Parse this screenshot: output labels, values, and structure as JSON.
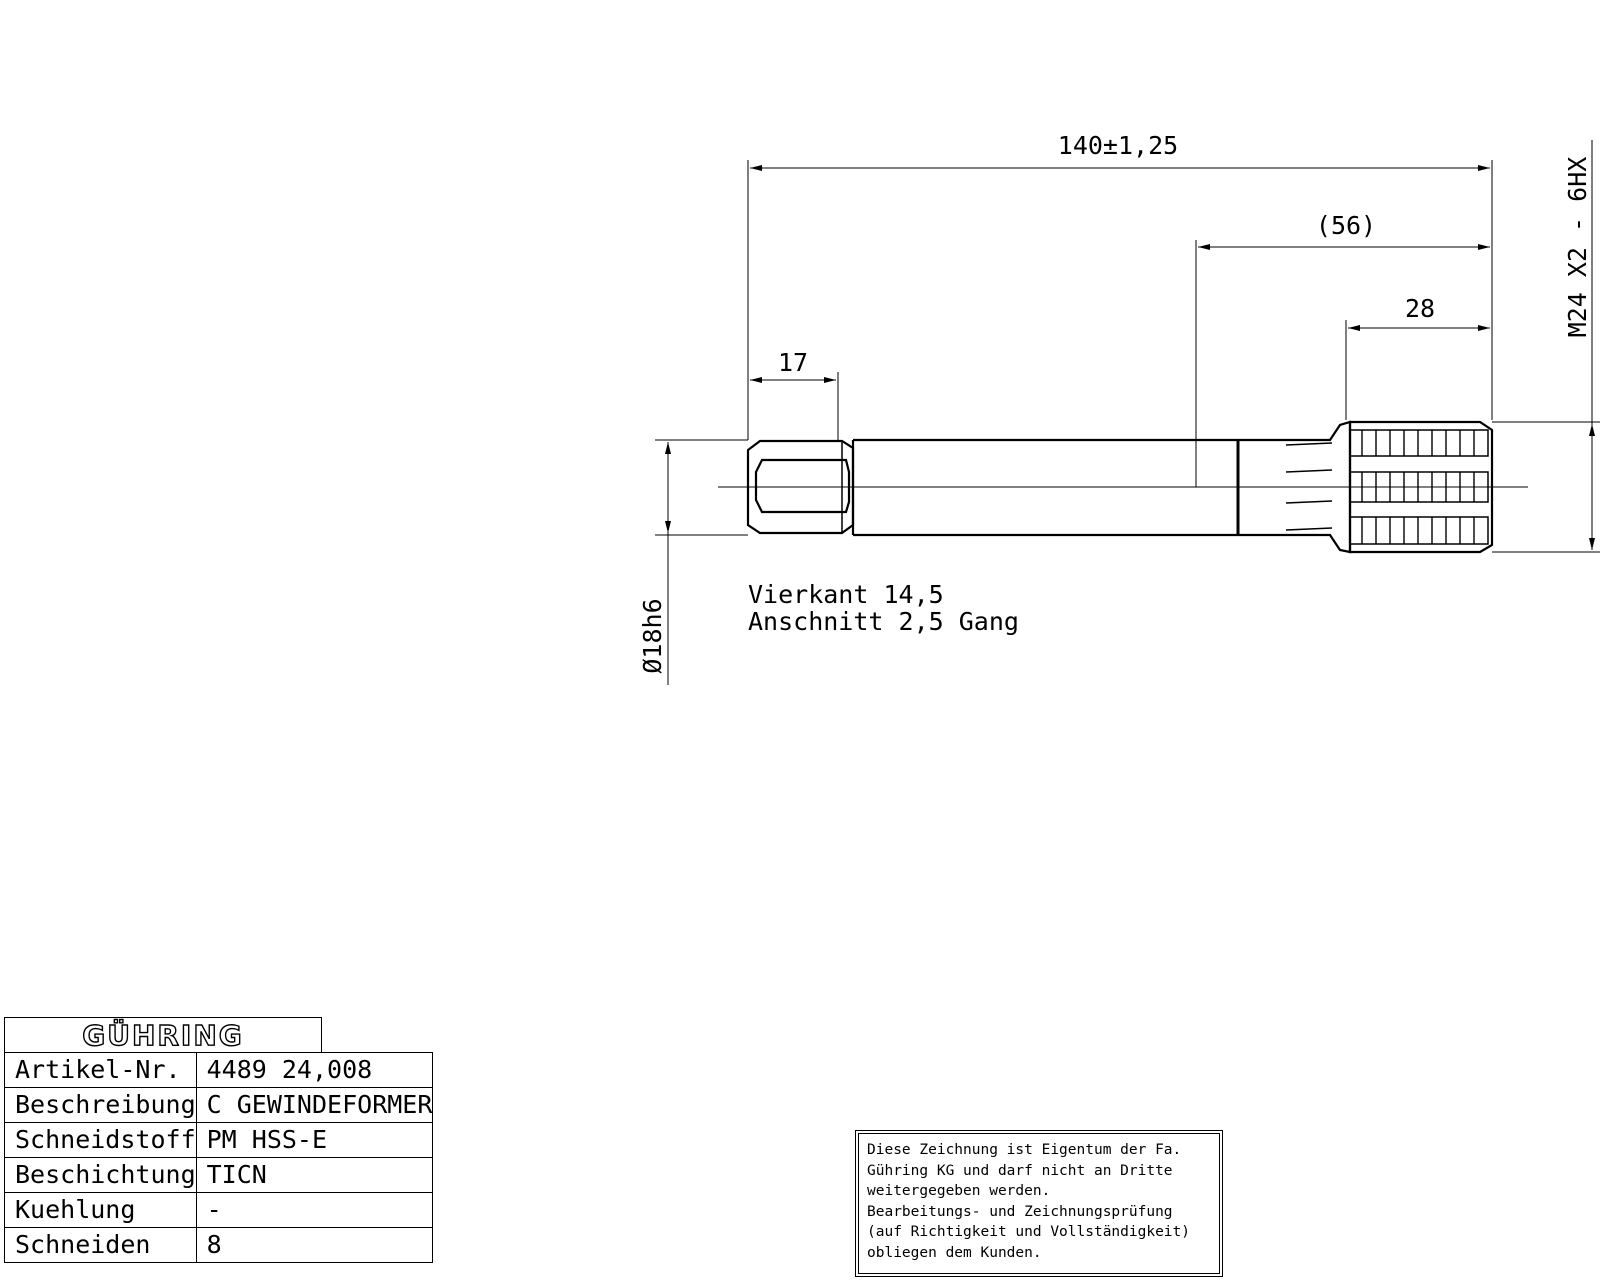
{
  "dimensions": {
    "overall_length": "140±1,25",
    "thread_length_ref": "(56)",
    "thread_length": "28",
    "square_length": "17",
    "thread_spec": "M24  X2 - 6HX",
    "shank_diameter": "Ø18h6"
  },
  "notes": {
    "square": "Vierkant 14,5",
    "chamfer": "Anschnitt 2,5 Gang"
  },
  "title_block": {
    "logo": "GÜHRING",
    "rows": [
      {
        "key": "Artikel-Nr.",
        "value": "4489 24,008"
      },
      {
        "key": "Beschreibung",
        "value": "C GEWINDEFORMER"
      },
      {
        "key": "Schneidstoff",
        "value": "PM HSS-E"
      },
      {
        "key": "Beschichtung",
        "value": "TICN"
      },
      {
        "key": "Kuehlung",
        "value": "-"
      },
      {
        "key": "Schneiden",
        "value": "8"
      }
    ]
  },
  "notice": {
    "lines": [
      "Diese Zeichnung ist Eigentum der Fa.",
      "Gühring KG und darf nicht an Dritte",
      "weitergegeben werden.",
      "Bearbeitungs- und Zeichnungsprüfung",
      "(auf Richtigkeit und Vollständigkeit)",
      "obliegen dem Kunden."
    ]
  }
}
